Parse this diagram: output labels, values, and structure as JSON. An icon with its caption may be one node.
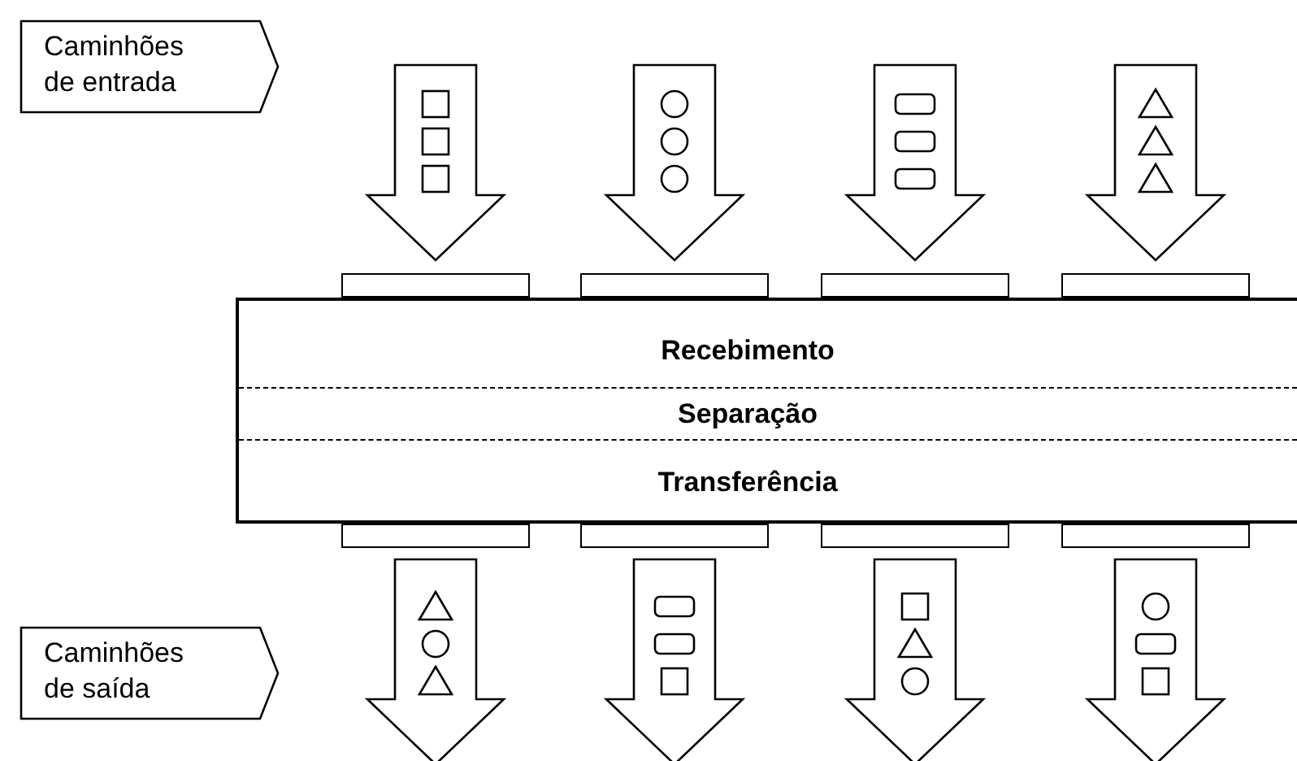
{
  "diagram": {
    "nodes": [
      {
        "text": [
          "Caminhões de entrada"
        ]
      },
      {
        "text": [],
        "shape": "bar"
      },
      {
        "text": [],
        "shape": "bar"
      },
      {
        "text": [],
        "shape": "bar"
      },
      {
        "text": [],
        "shape": "bar"
      },
      {
        "text": [],
        "shape": "box"
      },
      {
        "text": [
          "Recebimento"
        ],
        "in": 5
      },
      {
        "text": [
          "Separação"
        ],
        "in": 5
      },
      {
        "text": [
          "Transferência"
        ],
        "in": 5
      },
      {
        "text": [],
        "shape": "bar"
      },
      {
        "text": [],
        "shape": "bar"
      },
      {
        "text": [],
        "shape": "bar"
      },
      {
        "text": [],
        "shape": "bar"
      },
      {
        "text": [
          "Caminhões de saída"
        ]
      }
    ],
    "edges": [
      {
        "from": null,
        "to": 1,
        "arrow": "to"
      },
      {
        "from": null,
        "to": 2,
        "arrow": "to"
      },
      {
        "from": null,
        "to": 3,
        "arrow": "to"
      },
      {
        "from": null,
        "to": 4,
        "arrow": "to"
      },
      {
        "from": 9,
        "to": null,
        "arrow": "to"
      },
      {
        "from": 10,
        "to": null,
        "arrow": "to"
      },
      {
        "from": 11,
        "to": null,
        "arrow": "to"
      },
      {
        "from": 12,
        "to": null,
        "arrow": "to"
      }
    ]
  }
}
